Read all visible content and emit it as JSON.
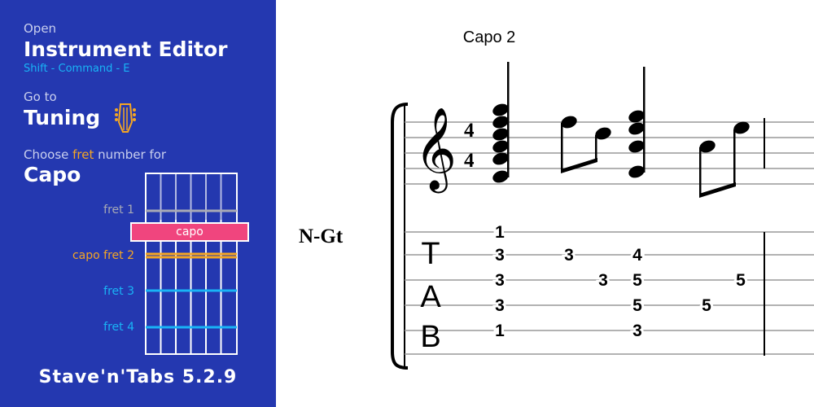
{
  "sidebar": {
    "step1_small": "Open",
    "step1_title": "Instrument Editor",
    "step1_shortcut": "Shift - Command - E",
    "step2_small": "Go to",
    "step2_title": "Tuning",
    "step3_small_pre": "Choose ",
    "step3_small_highlight": "fret",
    "step3_small_post": " number for",
    "step3_title": "Capo",
    "fret_labels": {
      "fret1": "fret 1",
      "capo_fret2": "capo fret 2",
      "fret3": "fret 3",
      "fret4": "fret 4"
    },
    "capo_button": "capo",
    "version": "Stave'n'Tabs 5.2.9"
  },
  "score": {
    "capo_text": "Capo 2",
    "instrument": "N-Gt",
    "time_sig_top": "4",
    "time_sig_bottom": "4",
    "tab_letters": [
      "T",
      "A",
      "B"
    ],
    "tab_numbers": {
      "chord1": [
        "1",
        "3",
        "3",
        "3",
        "1"
      ],
      "note2": "3",
      "note3": "3",
      "chord4": [
        "4",
        "5",
        "5",
        "3"
      ],
      "note5": "5",
      "note6": "5"
    }
  },
  "colors": {
    "sidebar_bg": "#2438b0",
    "shortcut": "#19b4f6",
    "fret_highlight": "#f5a623",
    "capo": "#f0457e",
    "blue_fret": "#19b4f6"
  }
}
